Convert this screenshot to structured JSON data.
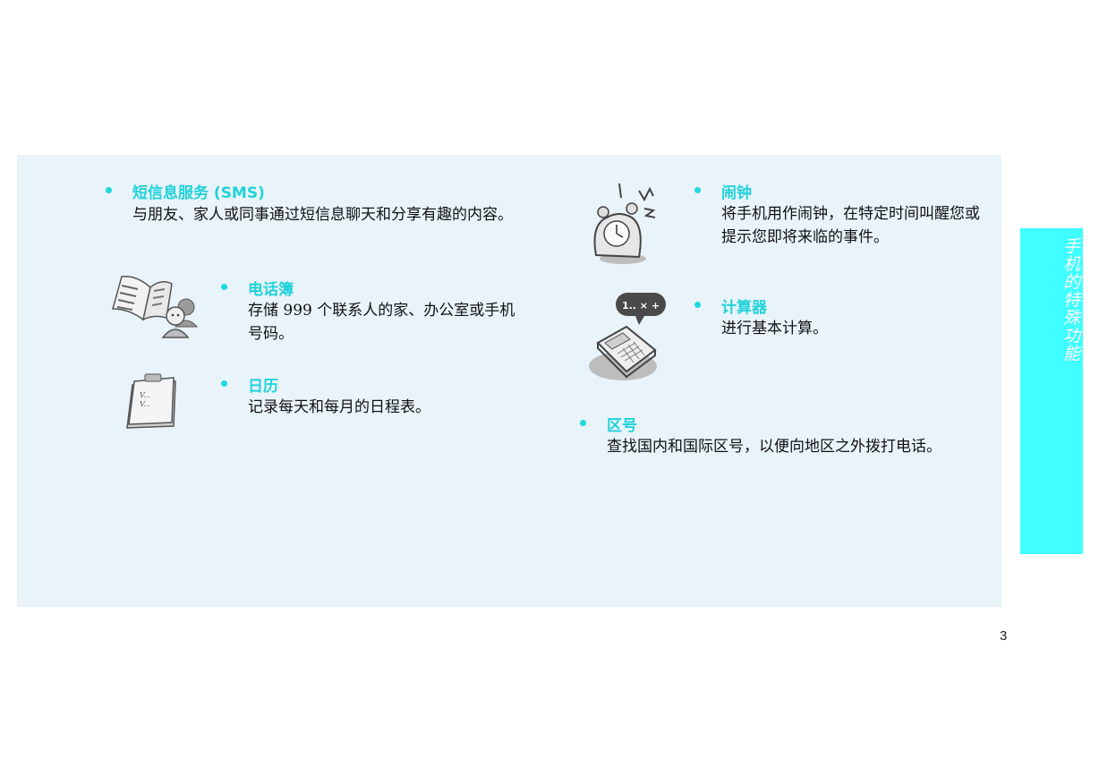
{
  "features": {
    "sms": {
      "title": "短信息服务 (SMS)",
      "description": "与朋友、家人或同事通过短信息聊天和分享有趣的内容。"
    },
    "phonebook": {
      "title": "电话簿",
      "description": "存储 999 个联系人的家、办公室或手机号码。"
    },
    "calendar": {
      "title": "日历",
      "description": "记录每天和每月的日程表。"
    },
    "alarm": {
      "title": "闹钟",
      "description": "将手机用作闹钟，在特定时间叫醒您或提示您即将来临的事件。"
    },
    "calculator": {
      "title": "计算器",
      "description": "进行基本计算。",
      "bubble_text": "1.. × +"
    },
    "area_code": {
      "title": "区号",
      "description": "查找国内和国际区号，以便向地区之外拨打电话。"
    }
  },
  "side_tab": {
    "label": "手机的特殊功能"
  },
  "page_number": "3",
  "colors": {
    "accent": "#22d2da",
    "panel_background": "#e8f3fa",
    "side_tab": "#3fffff"
  },
  "icons": [
    "phonebook-icon",
    "calendar-icon",
    "alarm-clock-icon",
    "calculator-icon"
  ]
}
